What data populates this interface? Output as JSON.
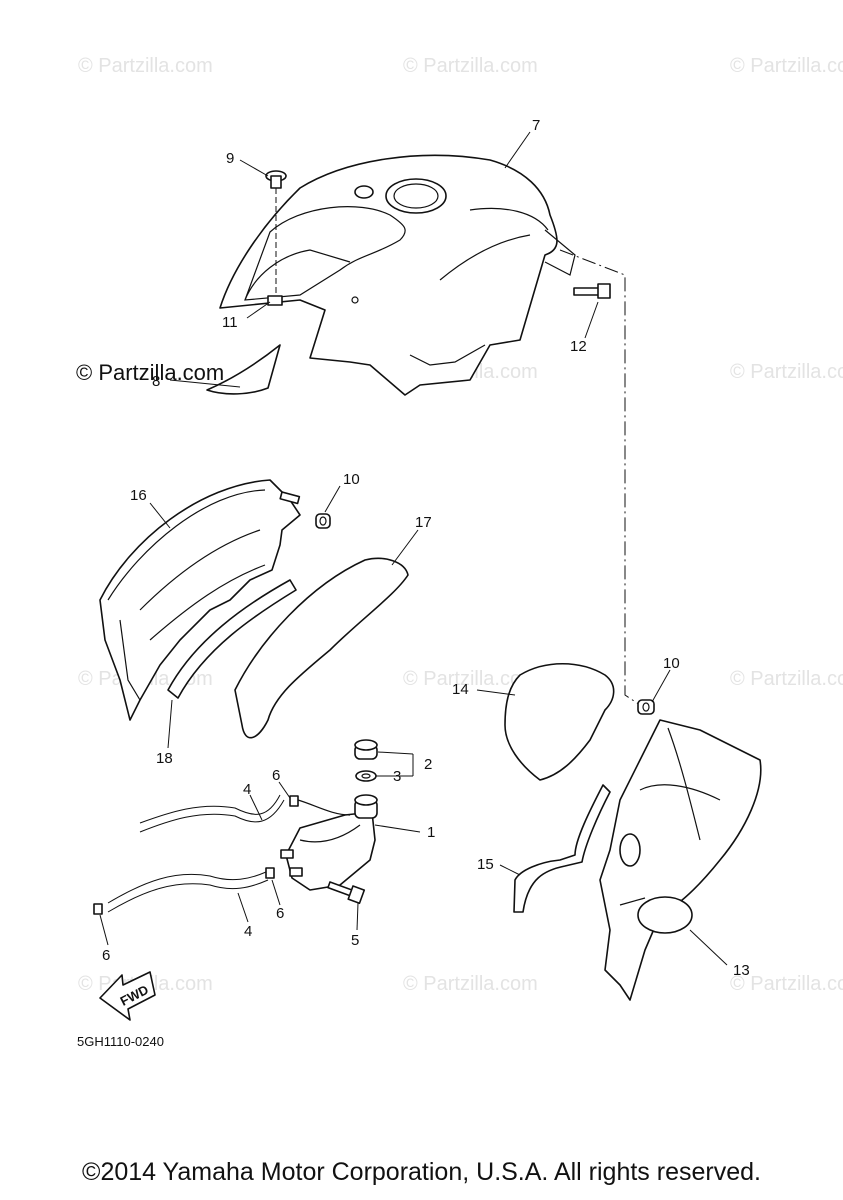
{
  "watermark": {
    "text": "© Partzilla.com",
    "brand_text": "© Partzilla.com"
  },
  "callouts": {
    "c1": "1",
    "c2": "2",
    "c3": "3",
    "c4a": "4",
    "c4b": "4",
    "c5": "5",
    "c6a": "6",
    "c6b": "6",
    "c6c": "6",
    "c7": "7",
    "c8": "8",
    "c9": "9",
    "c10a": "10",
    "c10b": "10",
    "c11": "11",
    "c12": "12",
    "c13": "13",
    "c14": "14",
    "c15": "15",
    "c16": "16",
    "c17": "17",
    "c18": "18"
  },
  "fwd_label": "FWD",
  "diagram_code": "5GH1110-0240",
  "copyright": "©2014 Yamaha Motor Corporation, U.S.A. All rights reserved."
}
